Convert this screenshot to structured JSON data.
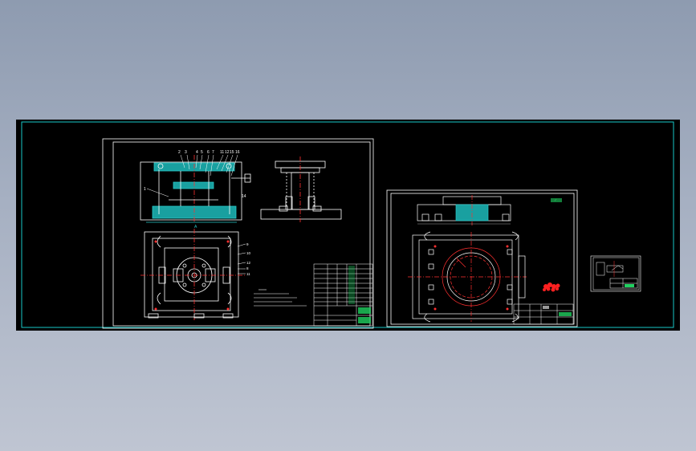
{
  "viewer": {
    "background_top": "#8e9bb0",
    "background_bottom": "#bfc5d2",
    "canvas_color": "#000000",
    "border_color": "#18c8c8"
  },
  "sheet1": {
    "part_numbers": [
      "2",
      "3",
      "4",
      "5",
      "6",
      "7",
      "1",
      "11",
      "12",
      "13",
      "14",
      "15",
      "16"
    ],
    "side_labels": [
      "1",
      "9",
      "10",
      "12",
      "8",
      "11"
    ],
    "section_label": "A"
  },
  "colors": {
    "paper": "#ffffff",
    "lines": "#ffffff",
    "center": "#ff3030",
    "hatch": "#28c8c8",
    "table": "#ffffff",
    "green": "#20d060",
    "red_cloud": "#ff2020",
    "dim": "#c8c8c8"
  }
}
